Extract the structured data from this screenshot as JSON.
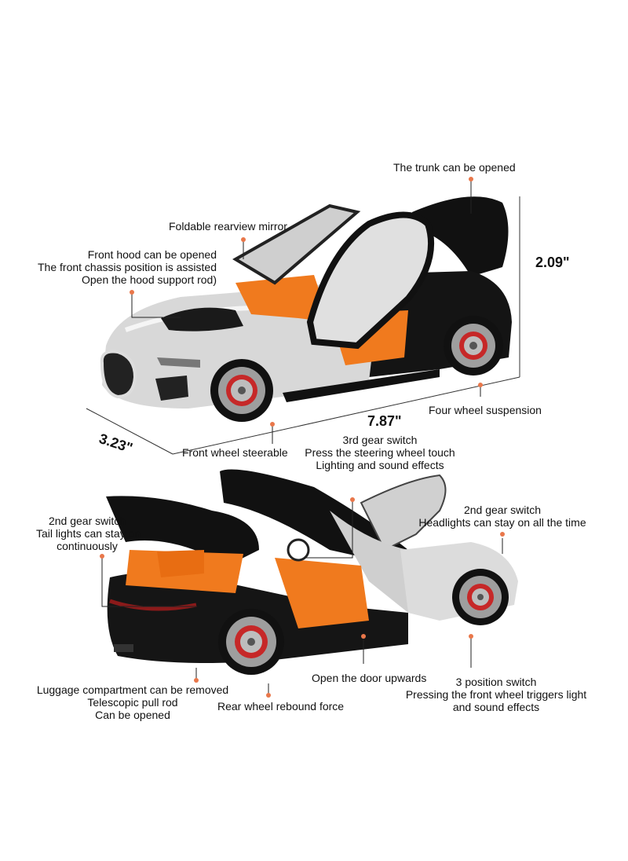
{
  "colors": {
    "dot": "#e9774a",
    "line": "#222222",
    "silver": "#d9d9d9",
    "black": "#111111",
    "orange": "#f07a1e",
    "rim": "#9e9e9e",
    "caliper": "#c62828"
  },
  "top_car": {
    "trunk": "The trunk can be opened",
    "mirror": "Foldable rearview mirror",
    "hood": [
      "Front hood can be opened",
      "The front chassis position is assisted",
      "Open the hood support rod)"
    ],
    "height": "2.09\"",
    "length": "7.87\"",
    "width": "3.23\"",
    "suspension": "Four wheel suspension",
    "steer": "Front wheel steerable",
    "gear3": [
      "3rd gear switch",
      "Press the steering wheel touch",
      "Lighting and sound effects"
    ]
  },
  "bottom_car": {
    "gear2_tail": [
      "2nd gear switch",
      "Tail lights can stay on",
      "continuously"
    ],
    "gear2_head": [
      "2nd gear switch",
      "Headlights can stay on all the time"
    ],
    "luggage": [
      "Luggage compartment can be removed",
      "Telescopic pull rod",
      "Can be opened"
    ],
    "rear": "Rear wheel rebound force",
    "door": "Open the door upwards",
    "switch3": [
      "3 position switch",
      "Pressing the front wheel triggers light",
      "and sound effects"
    ]
  }
}
